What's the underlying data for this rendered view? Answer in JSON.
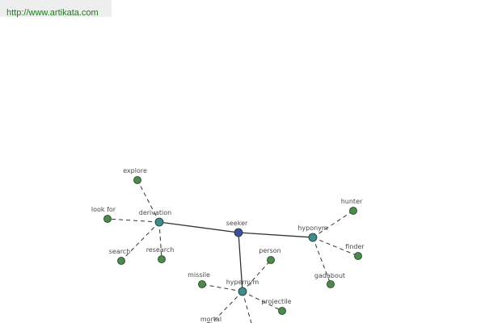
{
  "header": {
    "url": "http://www.artikata.com"
  },
  "colors": {
    "center": "#3d4f9c",
    "relation": "#3f8a8a",
    "leaf": "#4a8a4a",
    "edge": "#333333",
    "background": "#ffffff"
  },
  "graph": {
    "nodes": [
      {
        "id": "seeker",
        "label": "seeker",
        "kind": "center"
      },
      {
        "id": "derivation",
        "label": "derivation",
        "kind": "relation"
      },
      {
        "id": "hyponym",
        "label": "hyponym",
        "kind": "relation"
      },
      {
        "id": "hypernym",
        "label": "hypernym",
        "kind": "relation"
      },
      {
        "id": "explore",
        "label": "explore",
        "kind": "leaf"
      },
      {
        "id": "look-for",
        "label": "look for",
        "kind": "leaf"
      },
      {
        "id": "search",
        "label": "search",
        "kind": "leaf"
      },
      {
        "id": "research",
        "label": "research",
        "kind": "leaf"
      },
      {
        "id": "hunter",
        "label": "hunter",
        "kind": "leaf"
      },
      {
        "id": "finder",
        "label": "finder",
        "kind": "leaf"
      },
      {
        "id": "gadabout",
        "label": "gadabout",
        "kind": "leaf"
      },
      {
        "id": "person",
        "label": "person",
        "kind": "leaf"
      },
      {
        "id": "missile",
        "label": "missile",
        "kind": "leaf"
      },
      {
        "id": "projectile",
        "label": "projectile",
        "kind": "leaf"
      },
      {
        "id": "mortal",
        "label": "mortal",
        "kind": "leaf"
      }
    ],
    "edges": [
      {
        "from": "seeker",
        "to": "derivation",
        "style": "solid"
      },
      {
        "from": "seeker",
        "to": "hyponym",
        "style": "solid"
      },
      {
        "from": "seeker",
        "to": "hypernym",
        "style": "solid"
      },
      {
        "from": "derivation",
        "to": "explore",
        "style": "dashed"
      },
      {
        "from": "derivation",
        "to": "look-for",
        "style": "dashed"
      },
      {
        "from": "derivation",
        "to": "search",
        "style": "dashed"
      },
      {
        "from": "derivation",
        "to": "research",
        "style": "dashed"
      },
      {
        "from": "hyponym",
        "to": "hunter",
        "style": "dashed"
      },
      {
        "from": "hyponym",
        "to": "finder",
        "style": "dashed"
      },
      {
        "from": "hyponym",
        "to": "gadabout",
        "style": "dashed"
      },
      {
        "from": "hypernym",
        "to": "person",
        "style": "dashed"
      },
      {
        "from": "hypernym",
        "to": "missile",
        "style": "dashed"
      },
      {
        "from": "hypernym",
        "to": "projectile",
        "style": "dashed"
      },
      {
        "from": "hypernym",
        "to": "mortal",
        "style": "dashed"
      }
    ]
  }
}
